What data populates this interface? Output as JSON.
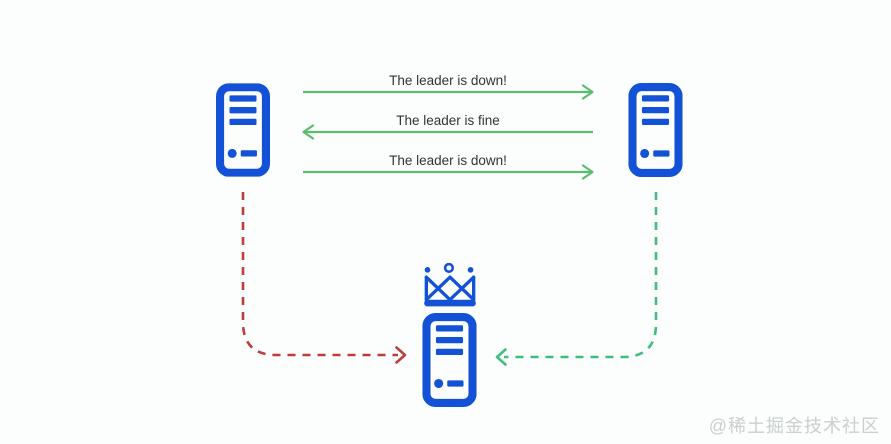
{
  "colors": {
    "bg": "#fcfdfd",
    "blue": "#1352d6",
    "green": "#5cbd6e",
    "green_dash": "#3fbe7d",
    "red_dash": "#bd3e3e",
    "text": "#333333",
    "watermark": "#c9cfcf"
  },
  "diagram": {
    "nodes": {
      "follower_left": {
        "icon": "server-icon"
      },
      "follower_right": {
        "icon": "server-icon"
      },
      "leader": {
        "icon": "server-icon",
        "badge": "crown-icon"
      }
    },
    "messages": [
      {
        "text": "The leader is down!",
        "direction": "right"
      },
      {
        "text": "The leader is fine",
        "direction": "left"
      },
      {
        "text": "The leader is down!",
        "direction": "right"
      }
    ],
    "suspicion_links": [
      {
        "from": "follower_left",
        "to": "leader",
        "style": "dashed",
        "color": "red"
      },
      {
        "from": "follower_right",
        "to": "leader",
        "style": "dashed",
        "color": "green"
      }
    ]
  },
  "watermark": {
    "text": "@稀土掘金技术社区"
  }
}
